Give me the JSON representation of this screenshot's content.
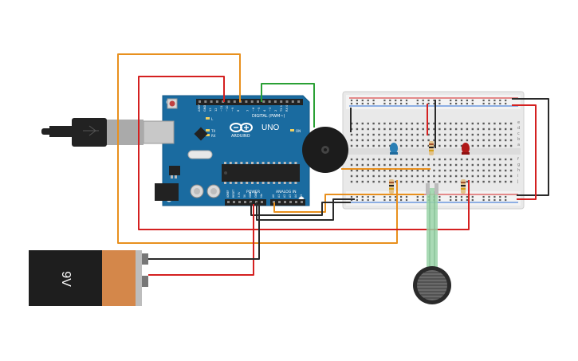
{
  "arduino": {
    "brand": "ARDUINO",
    "model": "UNO",
    "digital_label": "DIGITAL (PWM~)",
    "power_label": "POWER",
    "analog_label": "ANALOG IN",
    "tx_label": "TX",
    "rx_label": "RX",
    "l_label": "L",
    "on_label": "ON",
    "digital_pins": [
      "AREF",
      "GND",
      "13",
      "12",
      "~11",
      "~10",
      "~9",
      "8",
      "7",
      "~6",
      "~5",
      "4",
      "~3",
      "2",
      "TX 1",
      "RX 0"
    ],
    "power_pins": [
      "IOREF",
      "RESET",
      "3.3V",
      "5V",
      "GND",
      "GND",
      "Vin"
    ],
    "analog_pins": [
      "A0",
      "A1",
      "A2",
      "A3",
      "A4",
      "A5"
    ]
  },
  "battery": {
    "label": "9V"
  },
  "breadboard": {
    "col_labels_top": [
      "a",
      "b",
      "c",
      "d",
      "e"
    ],
    "col_labels_bottom": [
      "f",
      "g",
      "h",
      "i",
      "j"
    ]
  },
  "colors": {
    "wire_red": "#d42020",
    "wire_black": "#2a2a2a",
    "wire_orange": "#e8901e",
    "wire_green": "#2aa035",
    "board": "#1a6ba0",
    "breadboard": "#ececec",
    "led_blue": "#2a7fb5",
    "led_red": "#b01818",
    "sensor_green": "#9ad4a8"
  }
}
